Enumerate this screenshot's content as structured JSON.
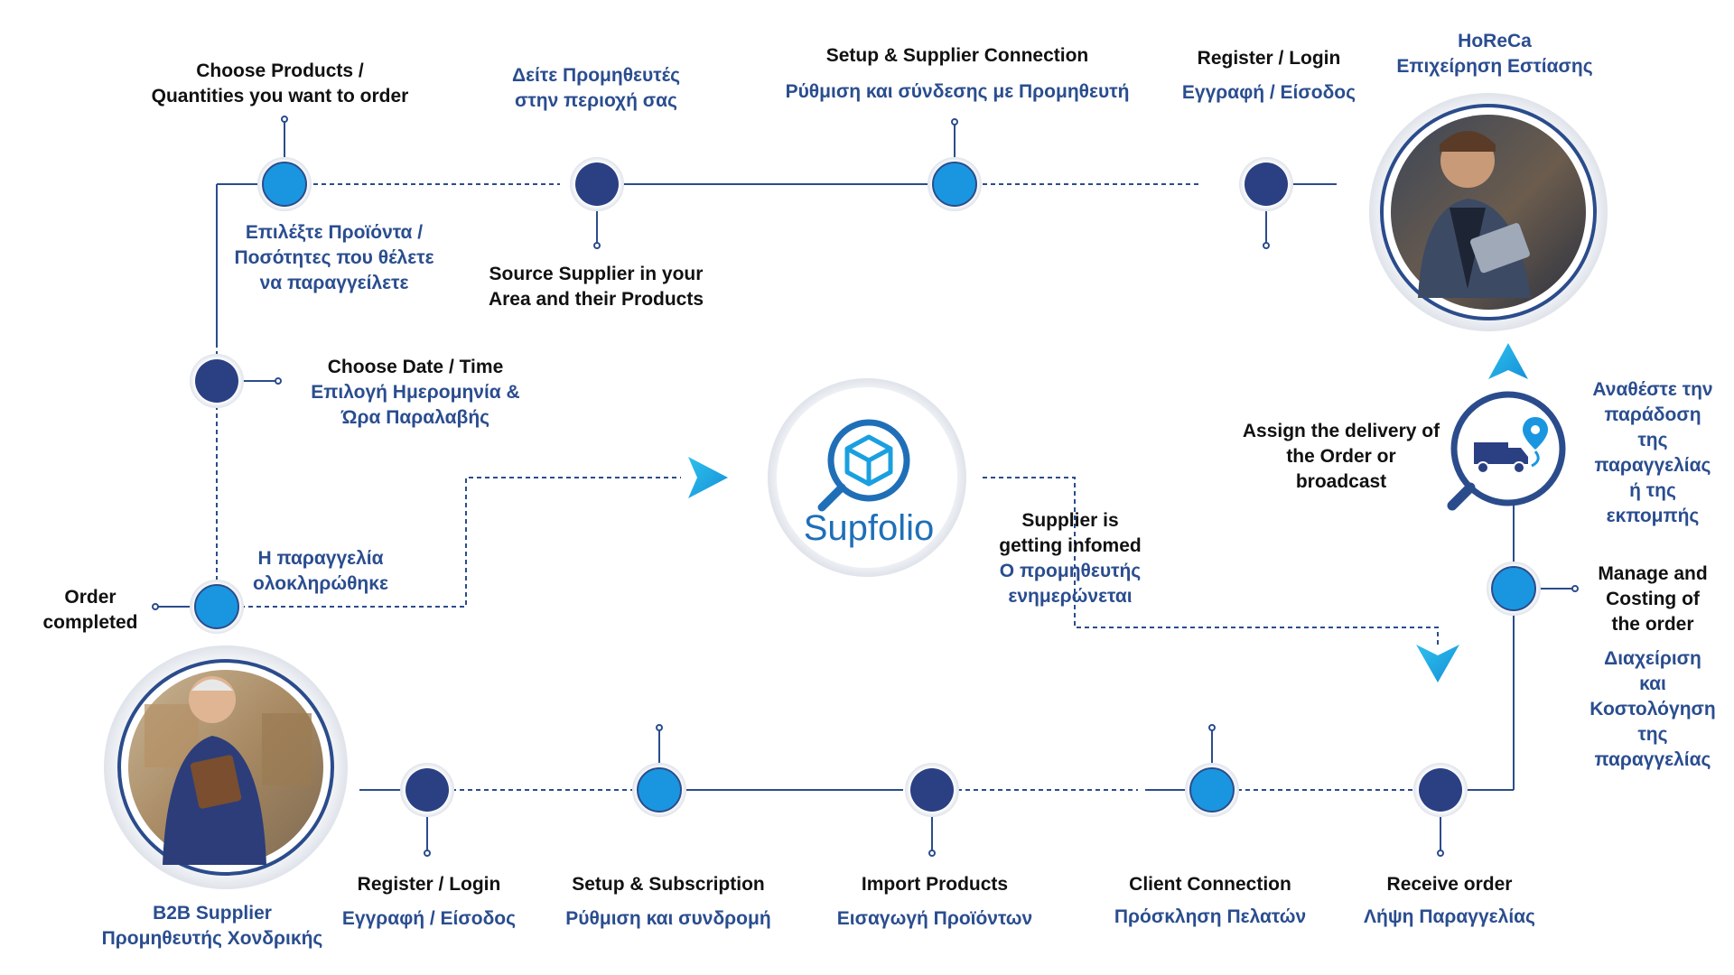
{
  "colors": {
    "light_node": "#1a96e0",
    "dark_node": "#2b3f83",
    "line": "#2b4c8c",
    "accent_cyan": "#16a7e0",
    "greek_text": "#2a4d8f"
  },
  "brand": {
    "logo_text": "Supfolio",
    "logo_icon": "magnifier-box-icon"
  },
  "actors": {
    "horeca": {
      "title": "HoReCa",
      "subtitle": "Επιχείρηση Εστίασης",
      "photo": "waiter-with-tablet-photo"
    },
    "supplier": {
      "title": "B2B Supplier",
      "subtitle": "Προμηθευτής Χονδρικής",
      "photo": "warehouse-man-photo"
    }
  },
  "top_flow": {
    "choose_products": {
      "en": [
        "Choose Products /",
        "Quantities you want to order"
      ],
      "gr": [
        "Επιλέξτε Προϊόντα /",
        "Ποσότητες που θέλετε",
        "να παραγγείλετε"
      ]
    },
    "see_suppliers": {
      "gr": [
        "Δείτε Προμηθευτές",
        "στην περιοχή σας"
      ],
      "en": [
        "Source Supplier in your",
        "Area and their Products"
      ]
    },
    "setup_connection": {
      "en": "Setup & Supplier Connection",
      "gr": "Ρύθμιση και σύνδεσης με Προμηθευτή"
    },
    "register_login": {
      "en": "Register / Login",
      "gr": "Εγγραφή / Είσοδος"
    }
  },
  "left_flow": {
    "choose_date": {
      "en": "Choose Date / Time",
      "gr": [
        "Επιλογή Ημερομηνία &",
        "Ώρα Παραλαβής"
      ]
    },
    "order_completed": {
      "en": [
        "Order",
        "completed"
      ],
      "gr": [
        "Η παραγγελία",
        "ολοκληρώθηκε"
      ]
    }
  },
  "center": {
    "supplier_informed": {
      "en": [
        "Supplier is",
        "getting infomed"
      ],
      "gr": [
        "Ο προμηθευτής",
        "ενημερώνεται"
      ]
    }
  },
  "right_flow": {
    "assign_delivery": {
      "en": [
        "Assign the delivery of",
        "the Order or",
        "broadcast"
      ],
      "gr": [
        "Αναθέστε την",
        "παράδοση",
        "της",
        "παραγγελίας",
        "ή της",
        "εκπομπής"
      ],
      "icon": "delivery-truck-location-icon"
    },
    "manage_costing": {
      "en": [
        "Manage and",
        "Costing of",
        "the order"
      ],
      "gr": [
        "Διαχείριση",
        "και",
        "Κοστολόγηση",
        "της",
        "παραγγελίας"
      ]
    }
  },
  "bottom_flow": {
    "register_login": {
      "en": "Register / Login",
      "gr": "Εγγραφή / Είσοδος"
    },
    "setup_subscription": {
      "en": "Setup & Subscription",
      "gr": "Ρύθμιση και συνδρομή"
    },
    "import_products": {
      "en": "Import Products",
      "gr": "Εισαγωγή Προϊόντων"
    },
    "client_connection": {
      "en": "Client Connection",
      "gr": "Πρόσκληση Πελατών"
    },
    "receive_order": {
      "en": "Receive order",
      "gr": "Λήψη Παραγγελίας"
    }
  }
}
